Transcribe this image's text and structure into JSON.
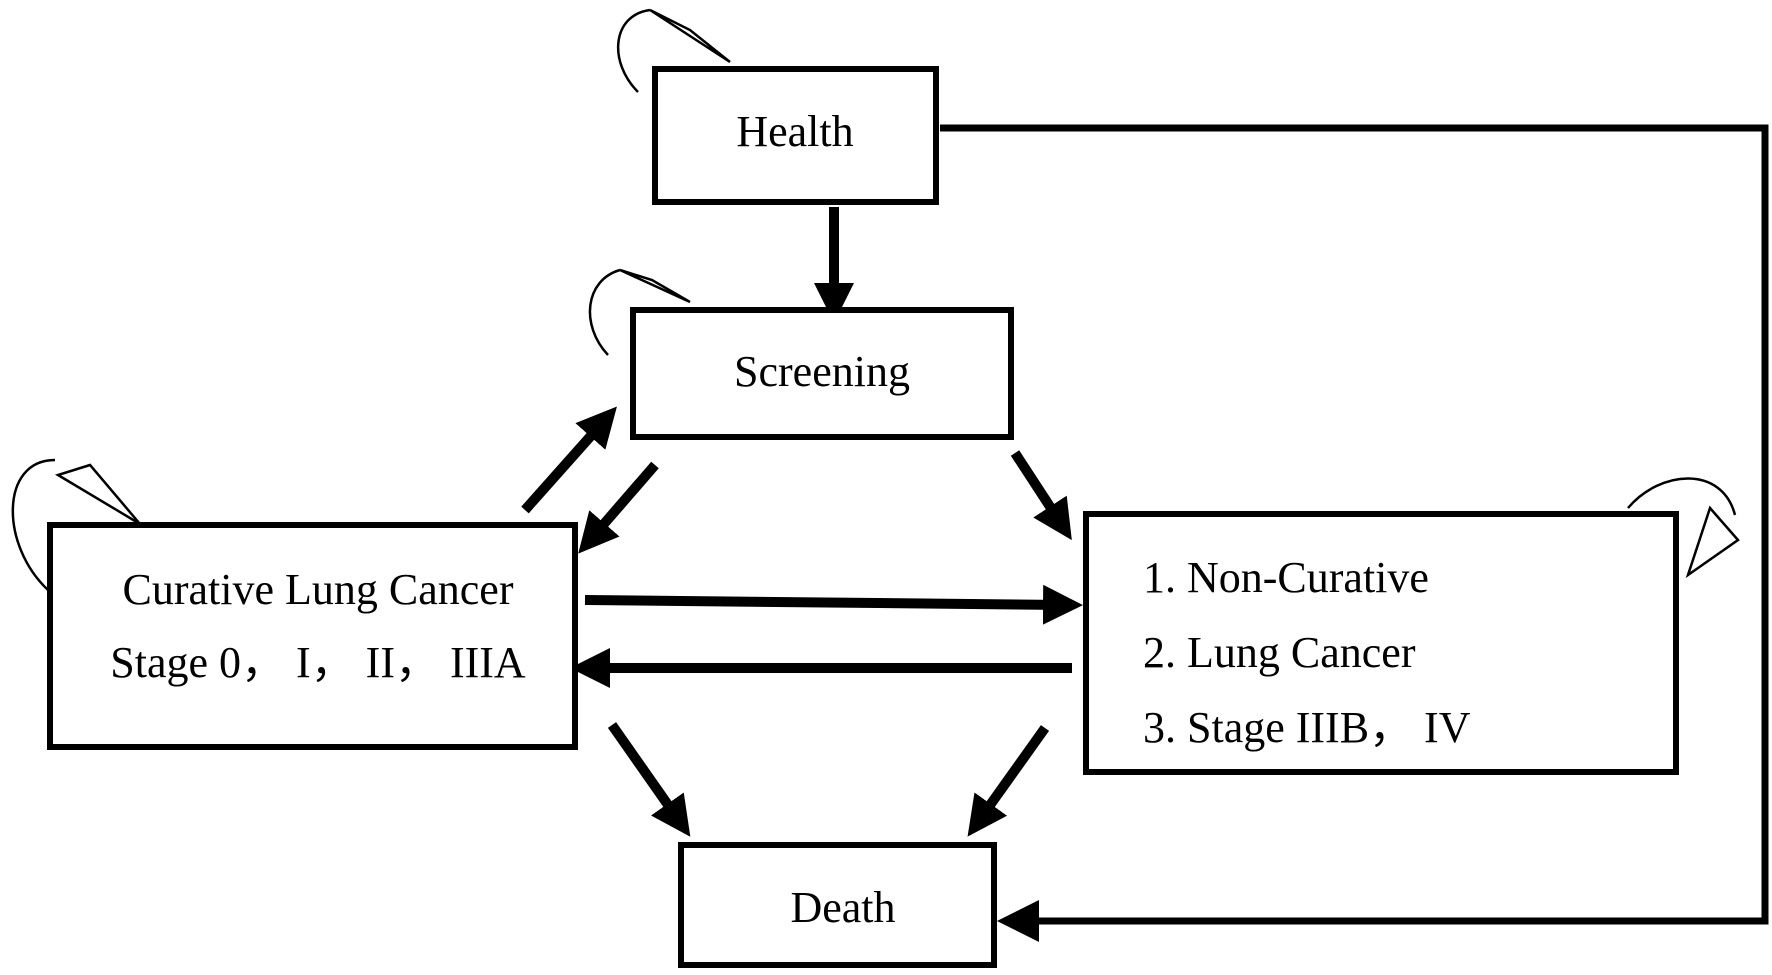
{
  "nodes": {
    "health": {
      "label": "Health"
    },
    "screening": {
      "label": "Screening"
    },
    "curative": {
      "lines": [
        "Curative Lung Cancer",
        "Stage 0， I， II， IIIA"
      ]
    },
    "noncurative": {
      "lines": [
        "1. Non-Curative",
        "2. Lung Cancer",
        "3. Stage IIIB， IV"
      ]
    },
    "death": {
      "label": "Death"
    }
  },
  "edges": [
    {
      "from": "Health",
      "to": "Screening"
    },
    {
      "from": "Health",
      "to": "Death"
    },
    {
      "from": "Screening",
      "to": "Curative Lung Cancer"
    },
    {
      "from": "Curative Lung Cancer",
      "to": "Screening"
    },
    {
      "from": "Screening",
      "to": "Non-Curative"
    },
    {
      "from": "Curative Lung Cancer",
      "to": "Non-Curative"
    },
    {
      "from": "Non-Curative",
      "to": "Curative Lung Cancer"
    },
    {
      "from": "Curative Lung Cancer",
      "to": "Death"
    },
    {
      "from": "Non-Curative",
      "to": "Death"
    }
  ],
  "self_loops": [
    "Health",
    "Screening",
    "Curative Lung Cancer",
    "Non-Curative"
  ],
  "colors": {
    "line": "#000000",
    "box_fill": "#ffffff"
  }
}
